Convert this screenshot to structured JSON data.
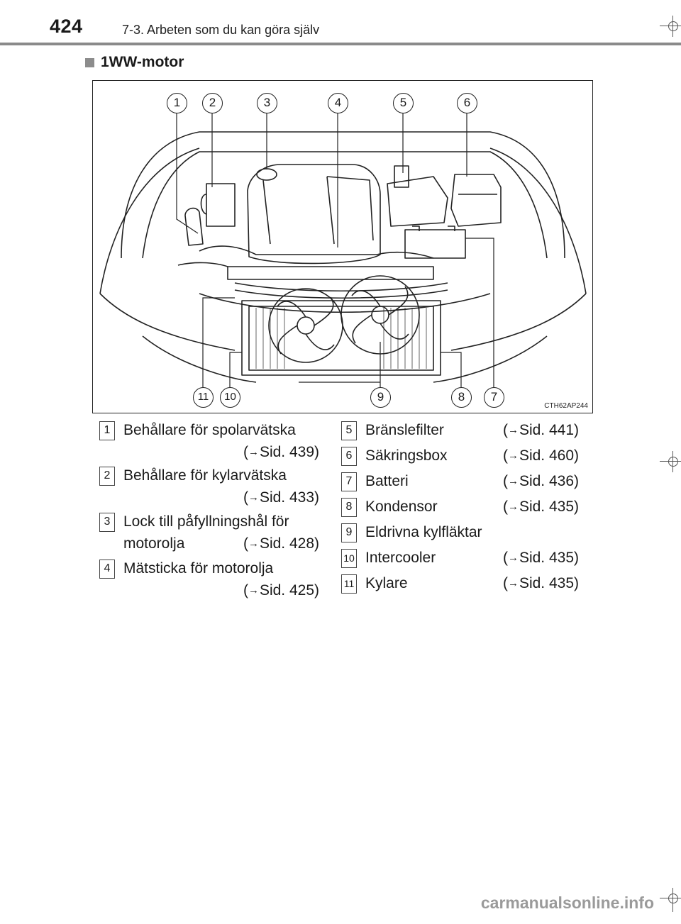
{
  "header": {
    "page_number": "424",
    "chapter": "7-3. Arbeten som du kan göra själv"
  },
  "section": {
    "heading": "1WW-motor"
  },
  "figure": {
    "code": "CTH62AP244",
    "callouts_top": [
      "1",
      "2",
      "3",
      "4",
      "5",
      "6"
    ],
    "callouts_bottom": [
      "11",
      "10",
      "9",
      "8",
      "7"
    ]
  },
  "legend": {
    "arrow": "→",
    "left": [
      {
        "num": "1",
        "line1": "Behållare för spolarvätska",
        "line2": "",
        "ref": "Sid. 439"
      },
      {
        "num": "2",
        "line1": "Behållare för kylarvätska",
        "line2": "",
        "ref": "Sid. 433"
      },
      {
        "num": "3",
        "line1": "Lock till påfyllningshål för",
        "line2": "motorolja",
        "ref": "Sid. 428"
      },
      {
        "num": "4",
        "line1": "Mätsticka för motorolja",
        "line2": "",
        "ref": "Sid. 425"
      }
    ],
    "right": [
      {
        "num": "5",
        "label": "Bränslefilter",
        "ref": "Sid. 441"
      },
      {
        "num": "6",
        "label": "Säkringsbox",
        "ref": "Sid. 460"
      },
      {
        "num": "7",
        "label": "Batteri",
        "ref": "Sid. 436"
      },
      {
        "num": "8",
        "label": "Kondensor",
        "ref": "Sid. 435"
      },
      {
        "num": "9",
        "label": "Eldrivna kylfläktar",
        "ref": ""
      },
      {
        "num": "10",
        "label": "Intercooler",
        "ref": "Sid. 435"
      },
      {
        "num": "11",
        "label": "Kylare",
        "ref": "Sid. 435"
      }
    ]
  },
  "footer": {
    "watermark": "carmanualsonline.info"
  }
}
